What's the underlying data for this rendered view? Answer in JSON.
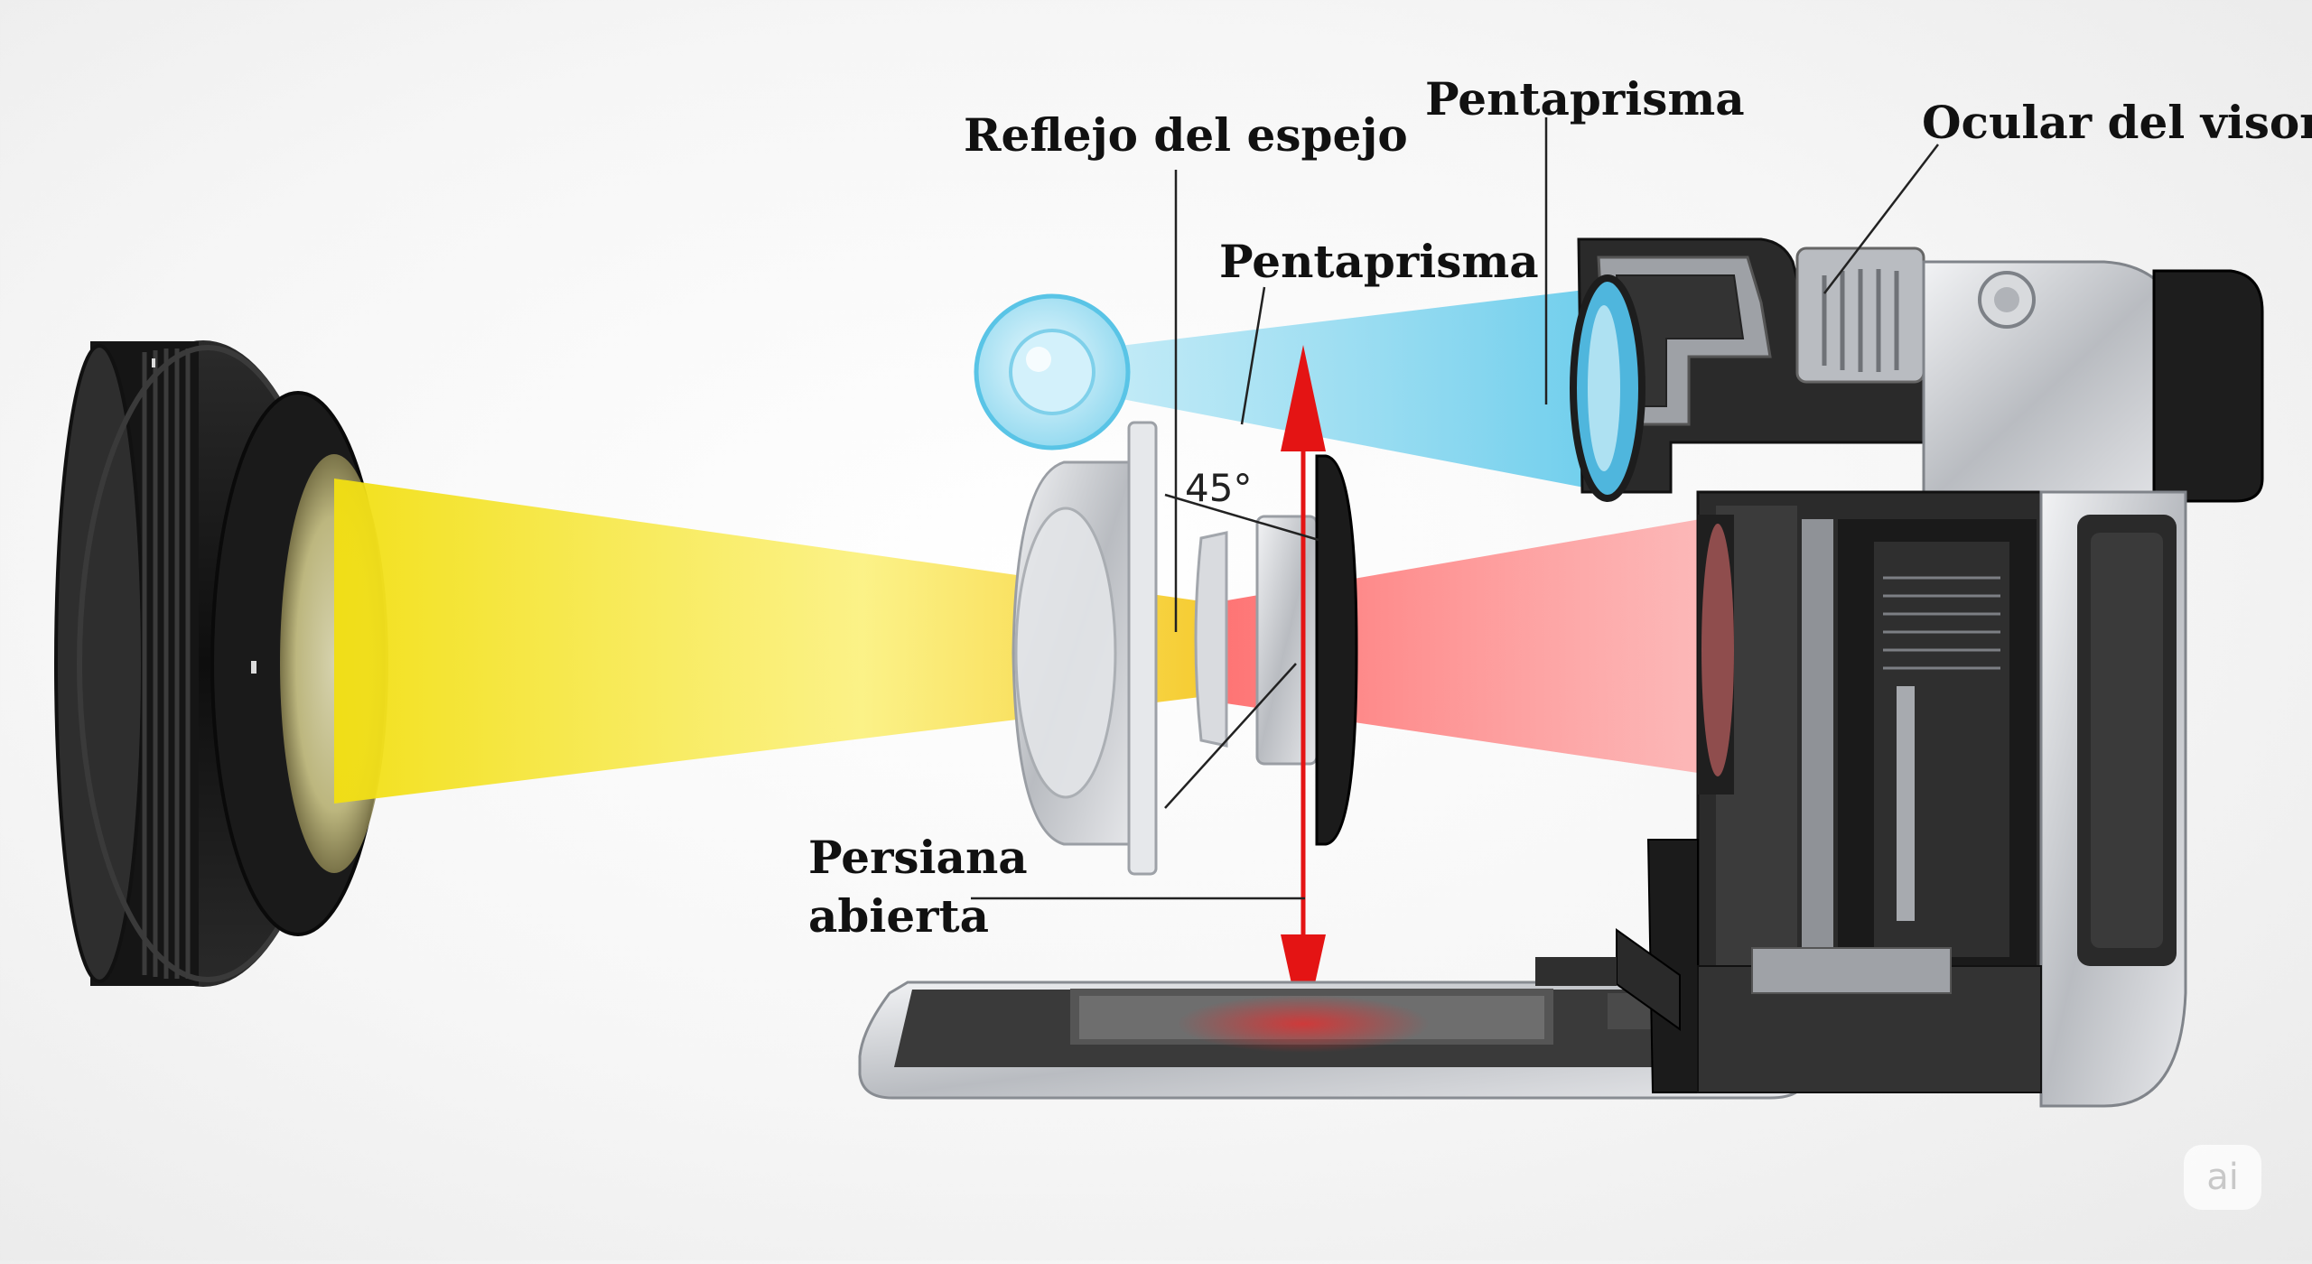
{
  "labels": {
    "mirror": "Reflejo del espejo",
    "pentaprism_top": "Pentaprisma",
    "pentaprism_mid": "Pentaprisma",
    "eyepiece": "Ocular del visor",
    "shutter_line1": "Persiana",
    "shutter_line2": "abierta",
    "angle": "45°"
  },
  "badge": "ai",
  "colors": {
    "light_in": "#f6e21a",
    "light_reflected": "#ff5a5a",
    "light_viewfinder": "#7fd6ef",
    "arrow": "#e41414",
    "camera_body": "#3a3a3a",
    "metal": "#c9ccd0"
  }
}
